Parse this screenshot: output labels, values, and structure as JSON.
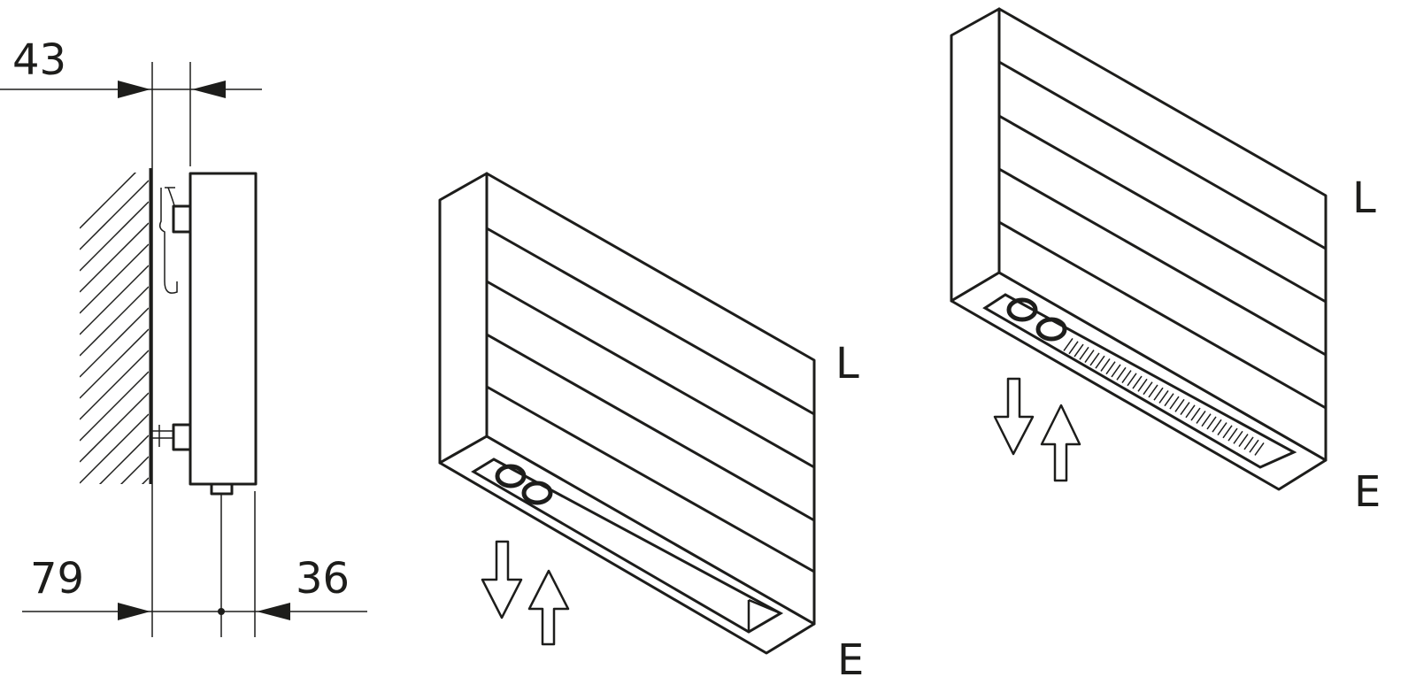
{
  "side_view": {
    "dim_top": "43",
    "dim_bottom_left": "79",
    "dim_bottom_right": "36"
  },
  "front_model": {
    "label_top": "L",
    "label_bottom": "E"
  },
  "rear_model": {
    "label_top": "L",
    "label_bottom": "E"
  },
  "colors": {
    "line": "#1d1d1b",
    "background": "#ffffff"
  }
}
